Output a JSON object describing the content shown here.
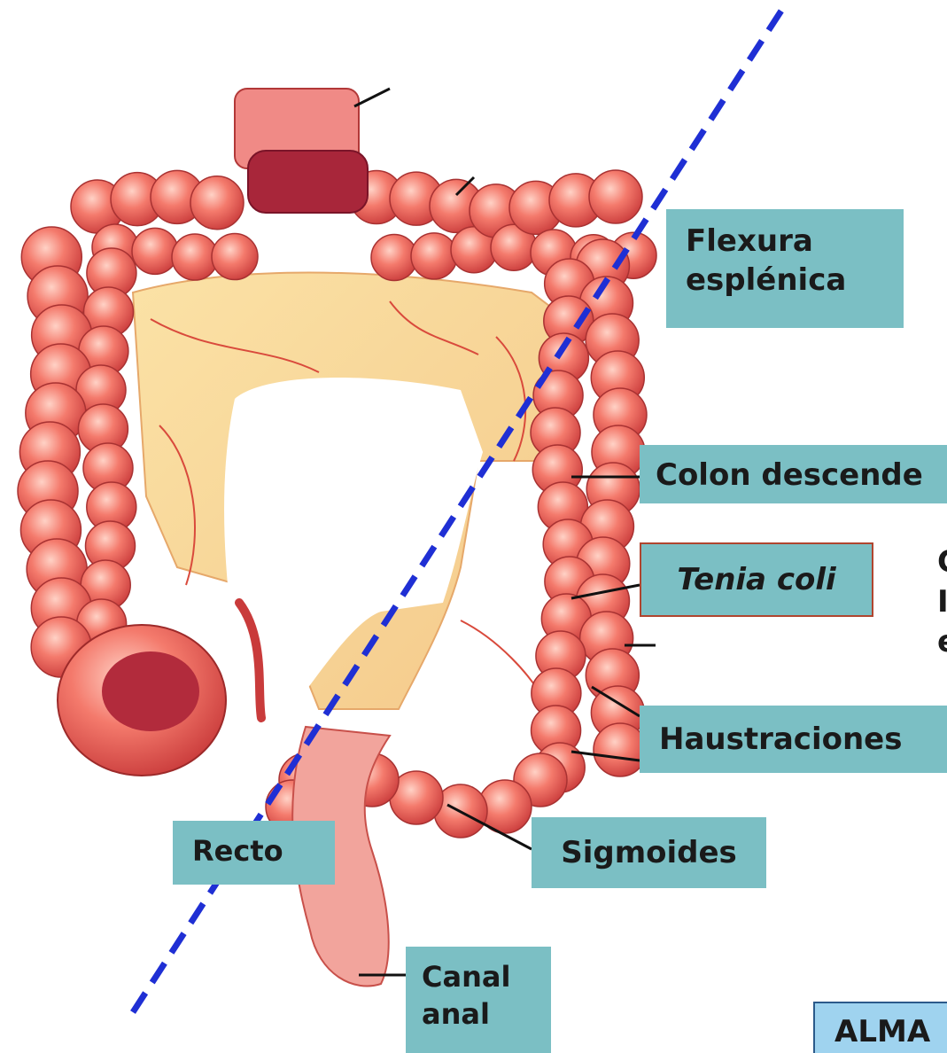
{
  "labels": {
    "flexura_esplenica": [
      "Flexura",
      "esplénica"
    ],
    "colon_descendente": "Colon descende",
    "tenia_coli": "Tenia coli",
    "haustraciones": "Haustraciones",
    "sigmoides": "Sigmoides",
    "recto": "Recto",
    "canal_anal": [
      "Canal",
      "anal"
    ],
    "almacen": "ALMA",
    "clipped_right_text": [
      "C",
      "I",
      "e"
    ]
  },
  "colors": {
    "label_box": "#7bbfc4",
    "dashed_line": "#1f2fd4",
    "tenia_border": "#b0452f",
    "almacen_box": "#9fd3ef"
  },
  "icons": [
    "colon-illustration",
    "division-dashed-line"
  ]
}
